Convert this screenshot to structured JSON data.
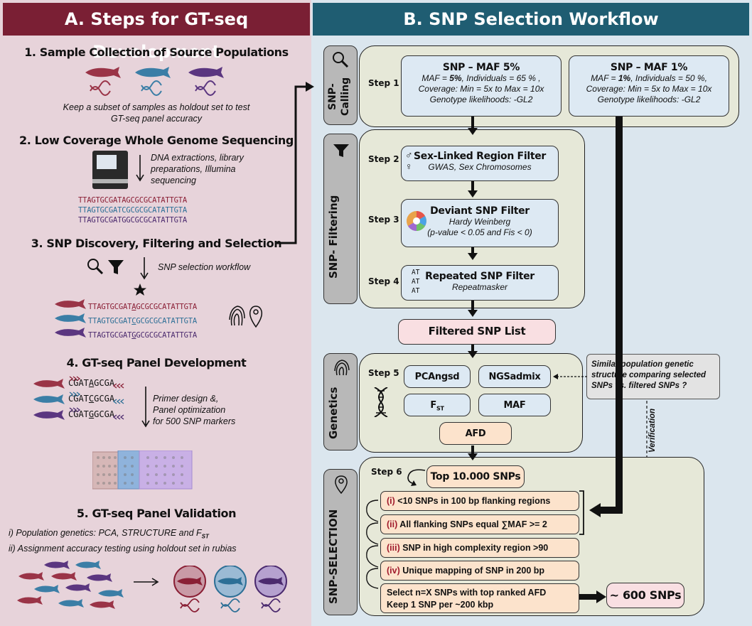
{
  "panel_a": {
    "header": "A.  Steps for GT-seq Development",
    "step1": {
      "title": "1. Sample Collection of Source Populations",
      "note_line1": "Keep a subset of samples as holdout set to test",
      "note_line2": "GT-seq panel accuracy"
    },
    "step2": {
      "title": "2. Low Coverage Whole Genome Sequencing",
      "note_line1": "DNA extractions, library",
      "note_line2": "preparations, Illumina",
      "note_line3": "sequencing",
      "sequences": [
        "TTAGTGCGATAGCGCGCATATTGTA",
        "TTAGTGCGATCGCGCGCATATTGTA",
        "TTAGTGCGATGGCGCGCATATTGTA"
      ]
    },
    "step3": {
      "title": "3. SNP Discovery, Filtering and Selection",
      "note": "SNP selection workflow",
      "sequences": [
        {
          "pre": "TTAGTGCGAT",
          "snp": "A",
          "post": "GCGCGCATATTGTA"
        },
        {
          "pre": "TTAGTGCGAT",
          "snp": "C",
          "post": "GCGCGCATATTGTA"
        },
        {
          "pre": "TTAGTGCGAT",
          "snp": "G",
          "post": "GCGCGCATATTGTA"
        }
      ]
    },
    "step4": {
      "title": "4. GT-seq Panel Development",
      "note_line1": "Primer design &,",
      "note_line2": "Panel optimization",
      "note_line3": "for 500 SNP markers",
      "sequences": [
        {
          "pre": "CGAT",
          "snp": "A",
          "post": "GCGA"
        },
        {
          "pre": "CGAT",
          "snp": "C",
          "post": "GCGA"
        },
        {
          "pre": "CGAT",
          "snp": "G",
          "post": "GCGA"
        }
      ]
    },
    "step5": {
      "title": "5. GT-seq Panel Validation",
      "line1": "i) Population genetics: PCA, STRUCTURE and F",
      "line1_sub": "ST",
      "line2": "ii) Assignment accuracy testing using holdout set in rubias"
    }
  },
  "panel_b": {
    "header": "B.  SNP Selection Workflow",
    "calling": {
      "tab": "SNP-\nCalling",
      "step": "Step 1",
      "maf5": {
        "title": "SNP – MAF 5%",
        "l1_a": "MAF = ",
        "l1_b": "5%",
        "l1_c": ", Individuals  = 65 % ,",
        "l2": "Coverage:  Min = 5x to Max = 10x",
        "l3": "Genotype  likelihoods: -GL2"
      },
      "maf1": {
        "title": "SNP – MAF 1%",
        "l1_a": "MAF = ",
        "l1_b": "1%",
        "l1_c": ", Individuals  = 50 %,",
        "l2": "Coverage:  Min = 5x to Max = 10x",
        "l3": "Genotype  likelihoods: -GL2"
      }
    },
    "filtering": {
      "tab": "SNP- Filtering",
      "step2": {
        "label": "Step 2",
        "title": "Sex-Linked  Region Filter",
        "sub": "GWAS, Sex Chromosomes"
      },
      "step3": {
        "label": "Step 3",
        "title": "Deviant SNP Filter",
        "sub1": "Hardy Weinberg",
        "sub2": "(p-value  < 0.05 and Fis < 0)"
      },
      "step4": {
        "label": "Step 4",
        "title": "Repeated SNP Filter",
        "sub": "Repeatmasker",
        "at": [
          "AT",
          "AT",
          "AT"
        ]
      }
    },
    "filtered_list": "Filtered SNP List",
    "genetics": {
      "tab": "Genetics",
      "step": "Step 5",
      "boxes": [
        "PCAngsd",
        "NGSadmix",
        "F",
        "MAF",
        "AFD"
      ],
      "fst_sub": "ST"
    },
    "note": "Similar population genetic structure comparing selected SNPs vs. filtered SNPs ?",
    "verification": "Verification",
    "selection": {
      "tab": "SNP-SELECTION",
      "step": "Step 6",
      "top": "Top 10.000 SNPs",
      "criteria": [
        {
          "num": "(i)",
          "text": "<10 SNPs in 100  bp flanking regions"
        },
        {
          "num": "(ii)",
          "text": "All flanking SNPs equal ∑MAF >= 2"
        },
        {
          "num": "(iii)",
          "text": "SNP in high complexity region >90"
        },
        {
          "num": "(iv)",
          "text": "Unique mapping of SNP in 200 bp"
        }
      ],
      "final_line1": "Select n=X SNPs with top ranked AFD",
      "final_line2": "Keep 1 SNP per ~200  kbp",
      "result": "~ 600 SNPs"
    }
  },
  "colors": {
    "maroon": "#7a1f34",
    "teal": "#1f5d72",
    "red_fish": "#9a3447",
    "blue_fish": "#3b7ea6",
    "purple_fish": "#5b3680"
  }
}
